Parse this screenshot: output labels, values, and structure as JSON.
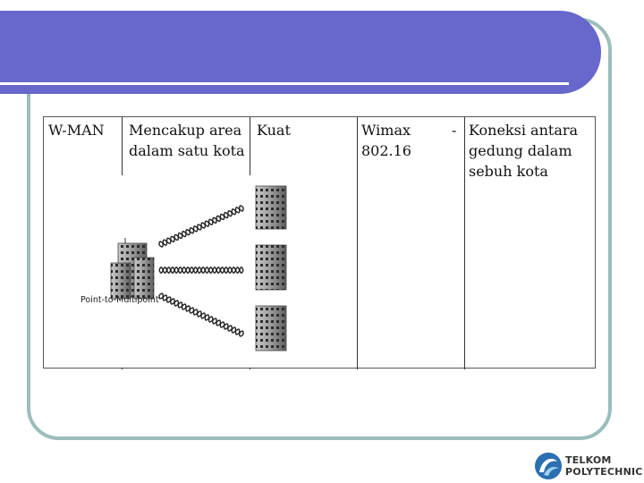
{
  "slide": {
    "colors": {
      "header": "#6767cc",
      "frame": "#9bbdbb"
    }
  },
  "table": {
    "row": {
      "type": "W-MAN",
      "coverage": [
        "Mencakup  area",
        "dalam satu kota"
      ],
      "signal": "Kuat",
      "technology": [
        "Wimax",
        "802.16"
      ],
      "dash": "-",
      "usage": [
        "Koneksi antara",
        "gedung dalam",
        "sebuh kota"
      ]
    }
  },
  "diagram": {
    "label": "Point-to-Multipoint",
    "icons": [
      "hub-building-icon",
      "building-icon",
      "wireless-link-icon"
    ]
  },
  "logo": {
    "line1": "TELKOM",
    "line2": "POLYTECHNIC"
  }
}
